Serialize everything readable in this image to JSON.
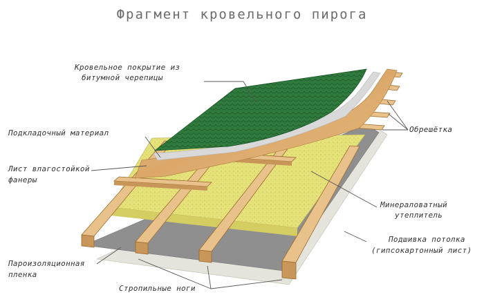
{
  "title": "Фрагмент кровельного пирога",
  "labels": {
    "roof_cover_1": "Кровельное покрытие из",
    "roof_cover_2": "битумной черепицы",
    "underlay": "Подкладочный материал",
    "plywood_1": "Лист влагостойкой",
    "plywood_2": "фанеры",
    "vapor_1": "Пароизоляционная",
    "vapor_2": "пленка",
    "rafters": "Стропильные ноги",
    "battens": "Обрешётка",
    "insulation_1": "Минераловатный",
    "insulation_2": "утеплитель",
    "ceiling_1": "Подшивка потолка",
    "ceiling_2": "(гипсокартонный лист)"
  },
  "colors": {
    "shingles": "#2f7a3c",
    "underlay": "#d9d9d9",
    "plywood": "#e3b47a",
    "wood": "#e8c28a",
    "insulation": "#e6e27a",
    "vapor_membrane": "#8f8f8f",
    "ceiling_board": "#e4e4dc",
    "text": "#333333"
  }
}
